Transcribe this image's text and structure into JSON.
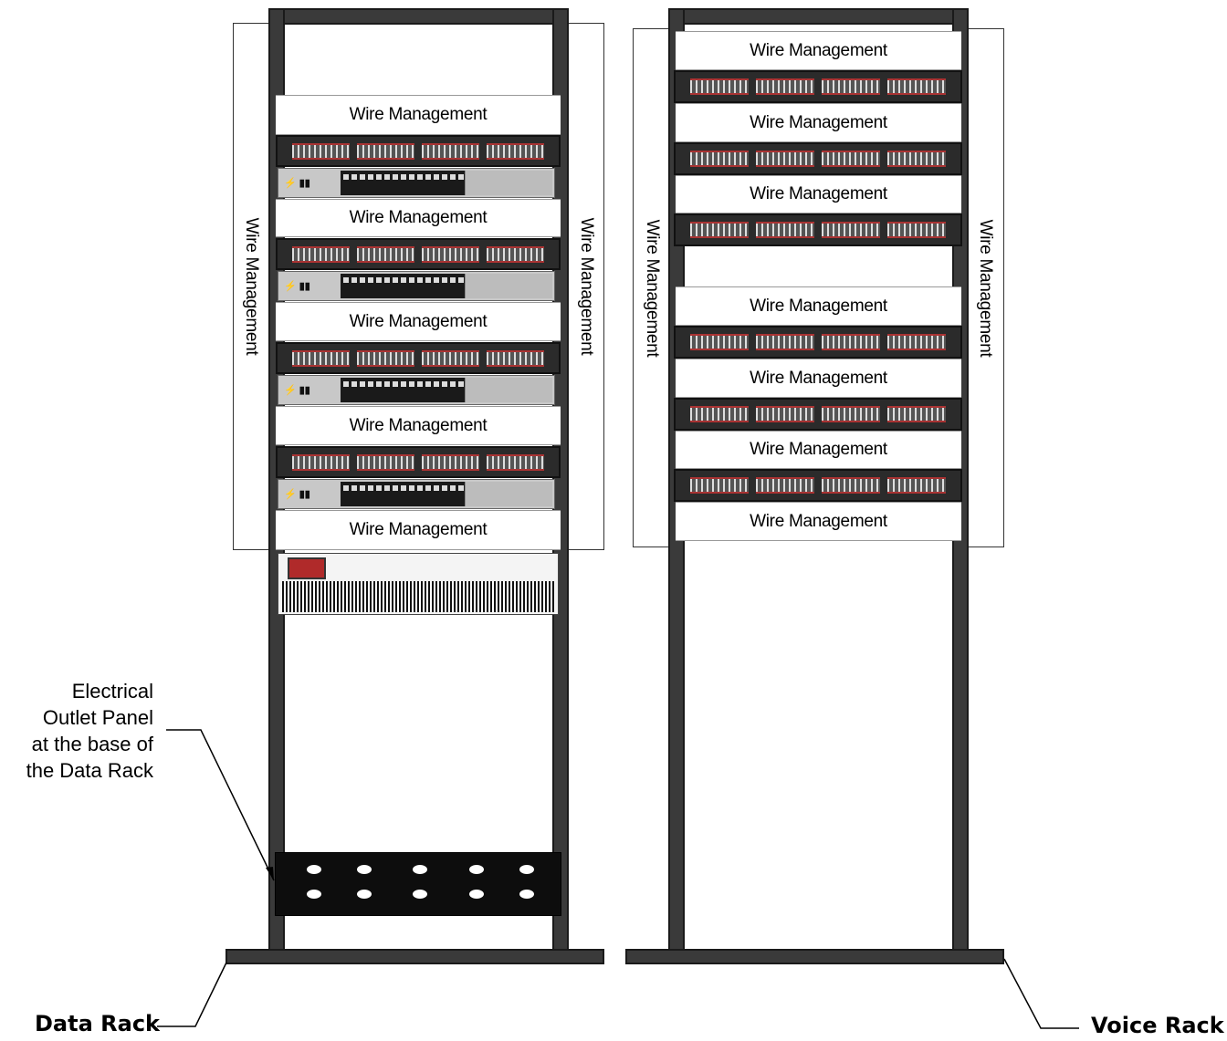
{
  "data_rack": {
    "label": "Data Rack",
    "side_wire_management_label": "Wire Management",
    "horizontal_wire_management": [
      "Wire Management",
      "Wire Management",
      "Wire Management",
      "Wire Management",
      "Wire Management"
    ],
    "callout": {
      "lines": [
        "Electrical",
        "Outlet Panel",
        "at the base of",
        "the Data Rack"
      ]
    }
  },
  "voice_rack": {
    "label": "Voice Rack",
    "side_wire_management_label": "Wire Management",
    "horizontal_wire_management": [
      "Wire Management",
      "Wire Management",
      "Wire Management",
      "Wire Management",
      "Wire Management",
      "Wire Management"
    ]
  },
  "colors": {
    "rack_frame": "#3a3a3a",
    "patch_panel": "#2b2b2b",
    "accent_red": "#aa3333",
    "switch_body": "#c8c8c8",
    "outlet_panel": "#0d0d0d"
  }
}
